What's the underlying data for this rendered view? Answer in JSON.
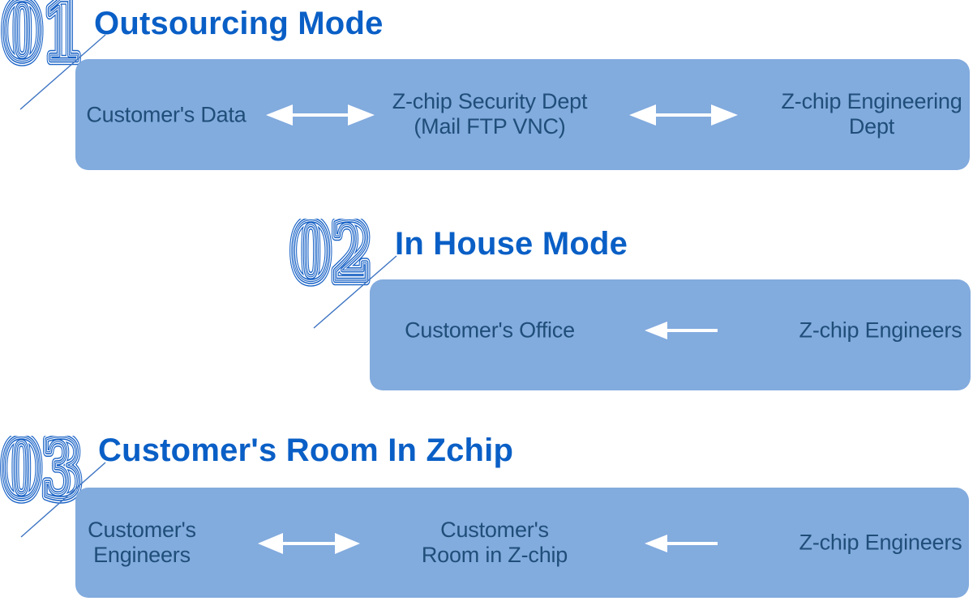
{
  "diagram": {
    "colors": {
      "title_blue": "#0a5fc6",
      "number_blue": "#1a63c6",
      "box_fill": "#82abde",
      "box_text": "#1f4e79",
      "arrow_color": "#ffffff",
      "connector_line": "#3d74c2"
    },
    "sections": [
      {
        "number": "01",
        "title": "Outsourcing Mode",
        "nodes": [
          {
            "line1": "Customer's Data"
          },
          {
            "line1": "Z-chip Security Dept",
            "line2": "(Mail FTP VNC)"
          },
          {
            "line1": "Z-chip Engineering",
            "line2": "Dept"
          }
        ],
        "connections": [
          "bidirectional-arrow",
          "bidirectional-arrow"
        ]
      },
      {
        "number": "02",
        "title": "In House Mode",
        "nodes": [
          {
            "line1": "Customer's Office"
          },
          {
            "line1": "Z-chip Engineers"
          }
        ],
        "connections": [
          "left-arrow"
        ]
      },
      {
        "number": "03",
        "title": "Customer's Room In Zchip",
        "nodes": [
          {
            "line1": "Customer's",
            "line2": "Engineers"
          },
          {
            "line1": "Customer's",
            "line2": "Room in Z-chip"
          },
          {
            "line1": "Z-chip Engineers"
          }
        ],
        "connections": [
          "bidirectional-arrow",
          "left-arrow"
        ]
      }
    ]
  }
}
